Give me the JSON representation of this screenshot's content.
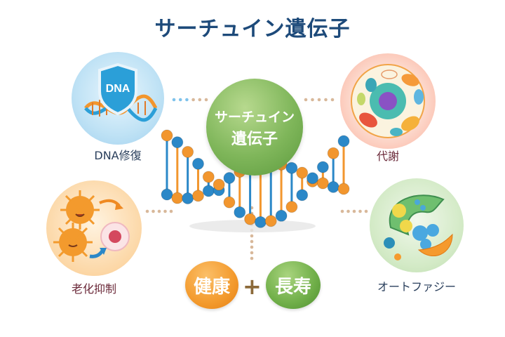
{
  "title": "サーチュイン遺伝子",
  "center": {
    "line1": "サーチュイン",
    "line2": "遺伝子"
  },
  "nodes": {
    "dna_repair": {
      "label": "DNA修復",
      "shield_text": "DNA",
      "label_color": "#2a3f5c"
    },
    "metabolism": {
      "label": "代謝",
      "label_color": "#6b2a3a"
    },
    "aging_suppression": {
      "label": "老化抑制",
      "label_color": "#6b2a3a"
    },
    "autophagy": {
      "label": "オートファジー",
      "label_color": "#2a3f5c"
    }
  },
  "outcome": {
    "left": "健康",
    "operator": "+",
    "right": "長寿"
  },
  "colors": {
    "title": "#1d4a7a",
    "dna_blue": "#2b88c8",
    "dna_orange": "#f2962e",
    "center_green": "#7fb65a",
    "dot_tan": "#d8b89a",
    "dot_blue": "#7fc3ec"
  }
}
